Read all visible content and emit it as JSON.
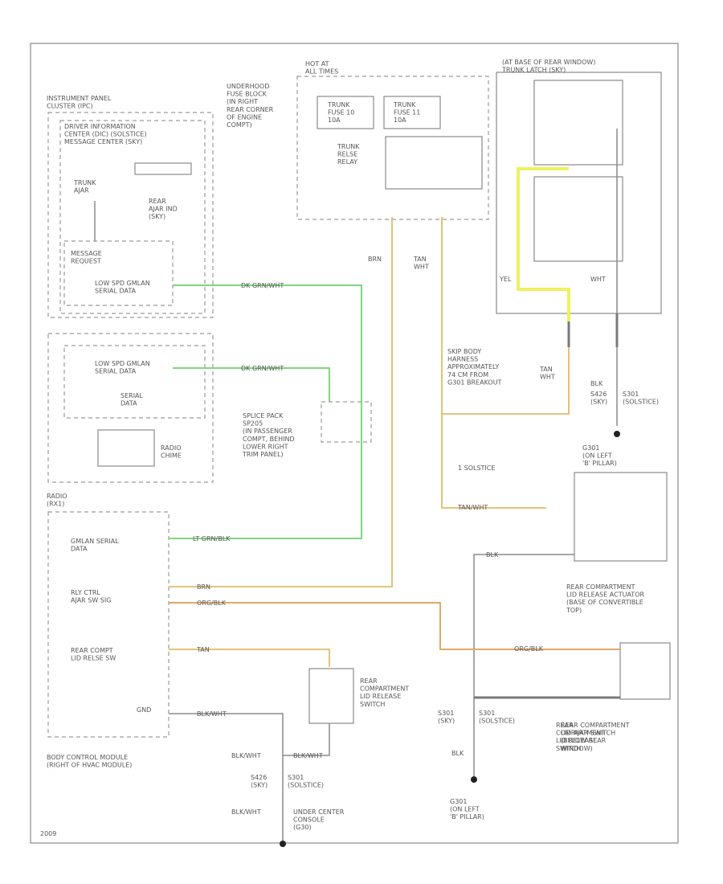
{
  "labels": {
    "instrument_panel": "INSTRUMENT PANEL\nCLUSTER (IPC)",
    "dic": "DRIVER INFORMATION\nCENTER (DIC)  (SOLSTICE)\nMESSAGE CENTER (SKY)",
    "trunk_ajar": "TRUNK\nAJAR",
    "rear_ajar_ind": "REAR\nAJAR IND\n(SKY)",
    "message_request": "MESSAGE\nREQUEST",
    "low_gmlan_ipc": "LOW SPD GMLAN\nSERIAL DATA",
    "low_gmlan_radio": "LOW SPD GMLAN\nSERIAL DATA",
    "serial_data": "SERIAL\nDATA",
    "radio_chime": "RADIO\nCHIME",
    "radio": "RADIO\n(RX1)",
    "gmlan_serial": "GMLAN SERIAL\nDATA",
    "rly_ctrl": "RLY CTRL\nAJAR SW SIG",
    "rear_compt_sw": "REAR COMPT\nLID RELSE SW",
    "gnd": "GND",
    "bcm": "BODY CONTROL MODULE\n(RIGHT OF HVAC MODULE)",
    "hot_at_all_times": "HOT AT\nALL TIMES",
    "underhood_fuse": "UNDERHOOD\nFUSE BLOCK\n(IN RIGHT\nREAR CORNER\nOF ENGINE\nCOMPT)",
    "trunk_fuse_10": "TRUNK\nFUSE 10\n10A",
    "trunk_fuse_11": "TRUNK\nFUSE 11\n10A",
    "trunk_relay": "TRUNK\nRELSE\nRELAY",
    "splice_pack": "SPLICE PACK\nSP205\n(IN PASSENGER\nCOMPT, BEHIND\nLOWER RIGHT\nTRIM PANEL)",
    "rear_window": "(AT BASE OF REAR WINDOW)\nTRUNK LATCH (SKY)",
    "body_harness": "SKIP BODY\nHARNESS\nAPPROXIMATELY\n74 CM FROM\nG301 BREAKOUT",
    "solstice": "1  SOLSTICE",
    "rear_compt_actuator": "REAR COMPARTMENT\nLID RELEASE ACTUATOR\n(BASE OF CONVERTIBLE\nTOP)",
    "rear_compt_switch": "REAR\nCOMPARTMENT\nLID RELEASE\nSWITCH",
    "rear_ajar_switch": "REAR COMPARTMENT\nLID AJAR SWITCH\n(BELOW REAR\nWINDOW)",
    "g301_pillar": "G301\n(ON LEFT\n'B' PILLAR)",
    "g401_pillar": "G301\n(ON LEFT\n'B' PILLAR)",
    "under_console": "UNDER CENTER\nCONSOLE\n(G30)",
    "s426_left": "S426\n(SKY)",
    "s406_left": "S301\n(SOLSTICE)",
    "s426_right": "S426\n(SKY)",
    "s406_right": "S301\n(SOLSTICE)",
    "s401_bot": "S301\n(SKY)",
    "s402_bot": "S301\n(SOLSTICE)",
    "footer": "2009"
  },
  "wire_labels": {
    "dk_grn_wht_1": "DK GRN/WHT",
    "dk_grn_wht_2": "DK GRN/WHT",
    "lt_grn_blk": "LT GRN/BLK",
    "brn": "BRN",
    "tan_wht": "TAN\nWHT",
    "org_blk": "ORG/BLK",
    "tan": "TAN",
    "blk_wht": "BLK/WHT",
    "blk": "BLK",
    "yel": "YEL",
    "wht": "WHT",
    "tan_wht2": "TAN/WHT"
  },
  "colors": {
    "green_wire": "#7fd67f",
    "brown_wire": "#e3c27a",
    "orange_wire": "#e0a86a",
    "yellow_wire": "#f0f060",
    "black_wire": "#333333"
  }
}
